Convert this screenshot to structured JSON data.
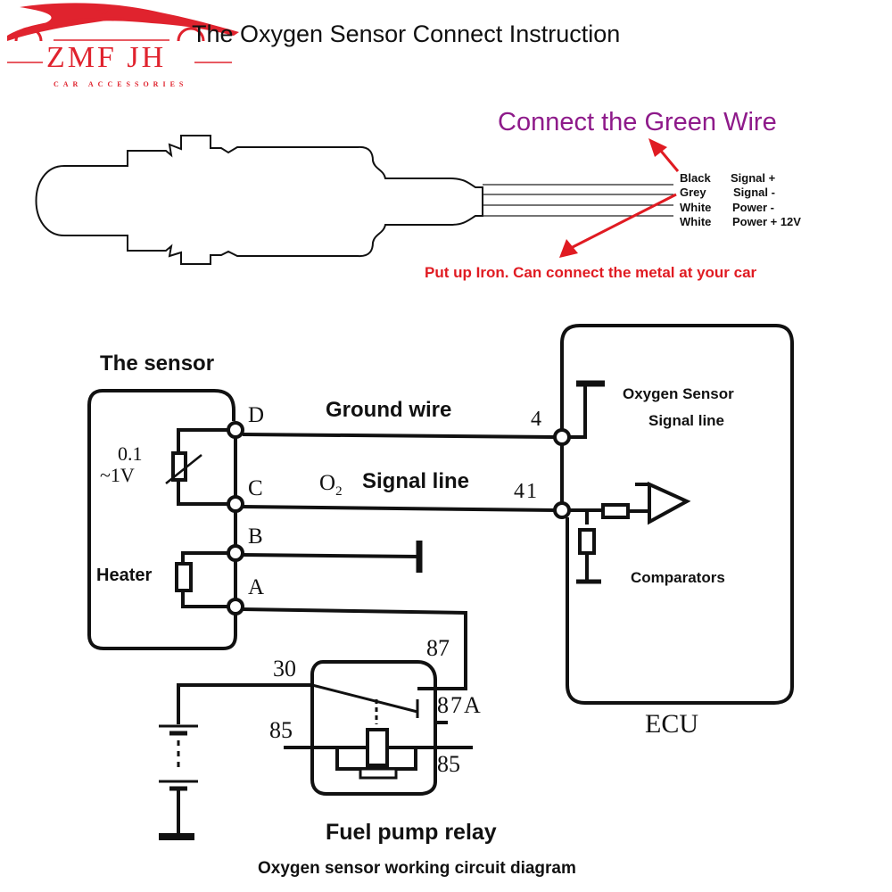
{
  "logo": {
    "brand": "ZMF JH",
    "tagline": "CAR   ACCESSORIES",
    "color": "#e0232e"
  },
  "header": {
    "title": "The Oxygen Sensor Connect Instruction"
  },
  "sensor_wiring": {
    "green_wire_note": "Connect the Green Wire",
    "green_note_color": "#8e1a8a",
    "wires": [
      {
        "color": "Black",
        "function": "Signal +"
      },
      {
        "color": "Grey",
        "function": "Signal -"
      },
      {
        "color": "White",
        "function": "Power -"
      },
      {
        "color": "White",
        "function": "Power + 12V"
      }
    ],
    "iron_note": "Put up Iron. Can connect the metal at your car",
    "iron_note_color": "#e01b22"
  },
  "circuit": {
    "sensor_title": "The sensor",
    "voltage_line1": "0.1",
    "voltage_line2": "~1V",
    "heater_label": "Heater",
    "pins": {
      "D": "D",
      "C": "C",
      "B": "B",
      "A": "A"
    },
    "ground_wire_label": "Ground wire",
    "o2_label": "O",
    "o2_sub": "2",
    "signal_line_label": "Signal line",
    "ecu_pin_4": "4",
    "ecu_pin_41": "41",
    "ecu_note_line1": "Oxygen Sensor",
    "ecu_note_line2": "Signal line",
    "comparators_label": "Comparators",
    "ecu_label": "ECU",
    "relay_pins": {
      "p30": "30",
      "p87": "87",
      "p87a": "87A",
      "p85_left": "85",
      "p85_right": "85"
    },
    "relay_label": "Fuel pump relay",
    "caption": "Oxygen sensor working circuit diagram"
  }
}
